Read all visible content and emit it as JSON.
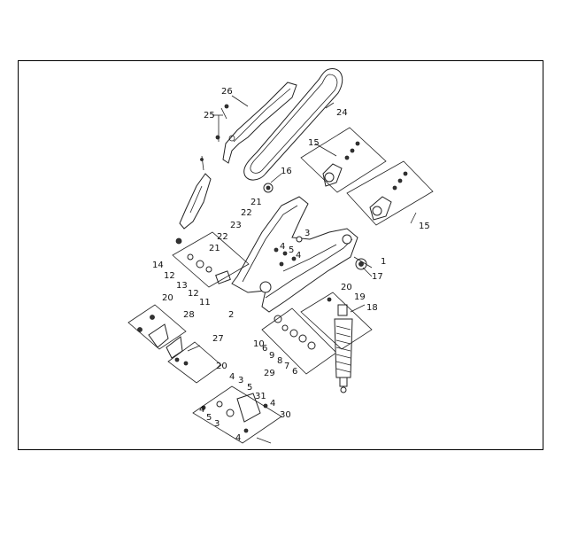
{
  "diagram": {
    "labels": {
      "l1": "1",
      "l2": "2",
      "l3": "3",
      "l3b": "3",
      "l3c": "3",
      "l4a": "4",
      "l4b": "4",
      "l4c": "4",
      "l4d": "4",
      "l4e": "4",
      "l4f": "4",
      "l5a": "5",
      "l5b": "5",
      "l5c": "5",
      "l6a": "6",
      "l6b": "6",
      "l7": "7",
      "l8": "8",
      "l9": "9",
      "l10": "10",
      "l11": "11",
      "l12a": "12",
      "l12b": "12",
      "l13": "13",
      "l14": "14",
      "l15a": "15",
      "l15b": "15",
      "l16": "16",
      "l17": "17",
      "l18": "18",
      "l19": "19",
      "l20a": "20",
      "l20b": "20",
      "l20c": "20",
      "l21a": "21",
      "l21b": "21",
      "l22a": "22",
      "l22b": "22",
      "l23": "23",
      "l24": "24",
      "l25": "25",
      "l26": "26",
      "l27": "27",
      "l28": "28",
      "l29": "29",
      "l30": "30",
      "l31": "31"
    }
  }
}
